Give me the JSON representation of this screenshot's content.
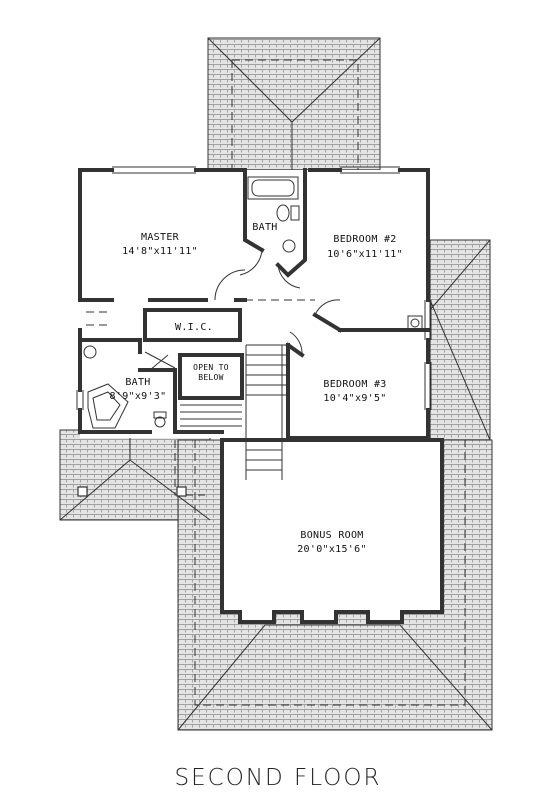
{
  "plan": {
    "title": "SECOND FLOOR",
    "rooms": [
      {
        "name": "MASTER",
        "dims": "14'8\"x11'11\""
      },
      {
        "name": "BATH",
        "dims": ""
      },
      {
        "name": "BEDROOM #2",
        "dims": "10'6\"x11'11\""
      },
      {
        "name": "W.I.C.",
        "dims": ""
      },
      {
        "name": "OPEN TO",
        "dims": "BELOW"
      },
      {
        "name": "BATH",
        "dims": "8'9\"x9'3\""
      },
      {
        "name": "BEDROOM #3",
        "dims": "10'4\"x9'5\""
      },
      {
        "name": "BONUS ROOM",
        "dims": "20'0\"x15'6\""
      }
    ]
  }
}
